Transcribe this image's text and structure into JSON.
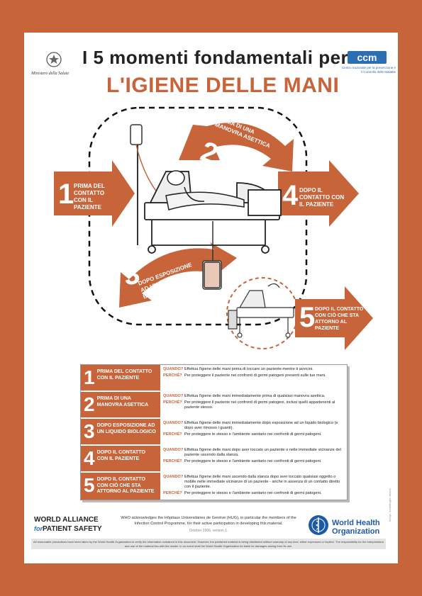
{
  "header": {
    "title_line1": "I 5 momenti fondamentali per",
    "title_line2": "L'IGIENE DELLE MANI",
    "ministry_label": "Ministero della Salute",
    "ccm_logo_text": "ccm",
    "ccm_subtitle": "Centro nazionale per la prevenzione e il Controllo delle Malattie"
  },
  "diagram": {
    "moments": [
      {
        "number": "1",
        "label": "PRIMA DEL CONTATTO CON IL PAZIENTE"
      },
      {
        "number": "2",
        "label": "PRIMA DI UNA MANOVRA ASETTICA"
      },
      {
        "number": "3",
        "label": "DOPO ESPOSIZIONE AD UN LIQUIDO BIOLOGICO"
      },
      {
        "number": "4",
        "label": "DOPO IL CONTATTO CON IL PAZIENTE"
      },
      {
        "number": "5",
        "label": "DOPO IL CONTATTO CON CIÒ CHE STA ATTORNO AL PAZIENTE"
      }
    ]
  },
  "table": {
    "when_label": "QUANDO?",
    "why_label": "PERCHÉ?",
    "rows": [
      {
        "number": "1",
        "title": "PRIMA DEL CONTATTO CON IL PAZIENTE",
        "when": "Effettua l'igiene delle mani prima di toccare un paziente mentre ti avvicini.",
        "why": "Per proteggere il paziente nei confronti di germi patogeni presenti sulle tue mani."
      },
      {
        "number": "2",
        "title": "PRIMA DI UNA MANOVRA ASETTICA",
        "when": "Effettua l'igiene delle mani immediatamente prima di qualsiasi manovra asettica.",
        "why": "Per proteggere il paziente nei confronti di germi patogeni, inclusi quelli appartenenti al paziente stesso."
      },
      {
        "number": "3",
        "title": "DOPO ESPOSIZIONE AD UN LIQUIDO BIOLOGICO",
        "when": "Effettua l'igiene delle mani immediatamente dopo esposizione ad un liquido biologico (e dopo aver rimosso i guanti).",
        "why": "Per proteggere te stesso e l'ambiente sanitario nei confronti di germi patogeni."
      },
      {
        "number": "4",
        "title": "DOPO IL CONTATTO CON IL PAZIENTE",
        "when": "Effettua l'igiene delle mani dopo aver toccato un paziente o nelle immediate vicinanze del paziente uscendo dalla stanza.",
        "why": "Per proteggere te stesso e l'ambiente sanitario nei confronti di germi patogeni."
      },
      {
        "number": "5",
        "title": "DOPO IL CONTATTO CON CIÒ CHE STA ATTORNO AL PAZIENTE",
        "when": "Effettua l'igiene delle mani uscendo dalla stanza dopo aver toccato qualsiasi oggetto o mobile nelle immediate vicinanze di un paziente - anche in assenza di un contatto diretto con il paziente.",
        "why": "Per proteggere te stesso e l'ambiente sanitario nei confronti di germi patogeni."
      }
    ]
  },
  "footer": {
    "alliance_line1": "WORLD ALLIANCE",
    "alliance_for": "for",
    "alliance_line2": "PATIENT SAFETY",
    "acknowledgement": "WHO acknowledges the Hôpitaux Universitaires de Genève (HUG), in particular the members of the Infection Control Programme, for their active participation in developing this material.",
    "date": "October 2006, version 1.",
    "who_line1": "World Health",
    "who_line2": "Organization",
    "disclaimer": "All reasonable precautions have been taken by the World Health Organization to verify the information contained in this document. However, the published material is being distributed without warranty of any kind, either expressed or implied. The responsibility for the interpretation and use of the material lies with the reader. In no event shall the World Health Organization be liable for damages arising from its use.",
    "side_note": "Design: mondofragilis network"
  },
  "colors": {
    "accent": "#c8643a",
    "who_blue": "#1d5aa6",
    "ccm_blue": "#2b6fb0"
  }
}
